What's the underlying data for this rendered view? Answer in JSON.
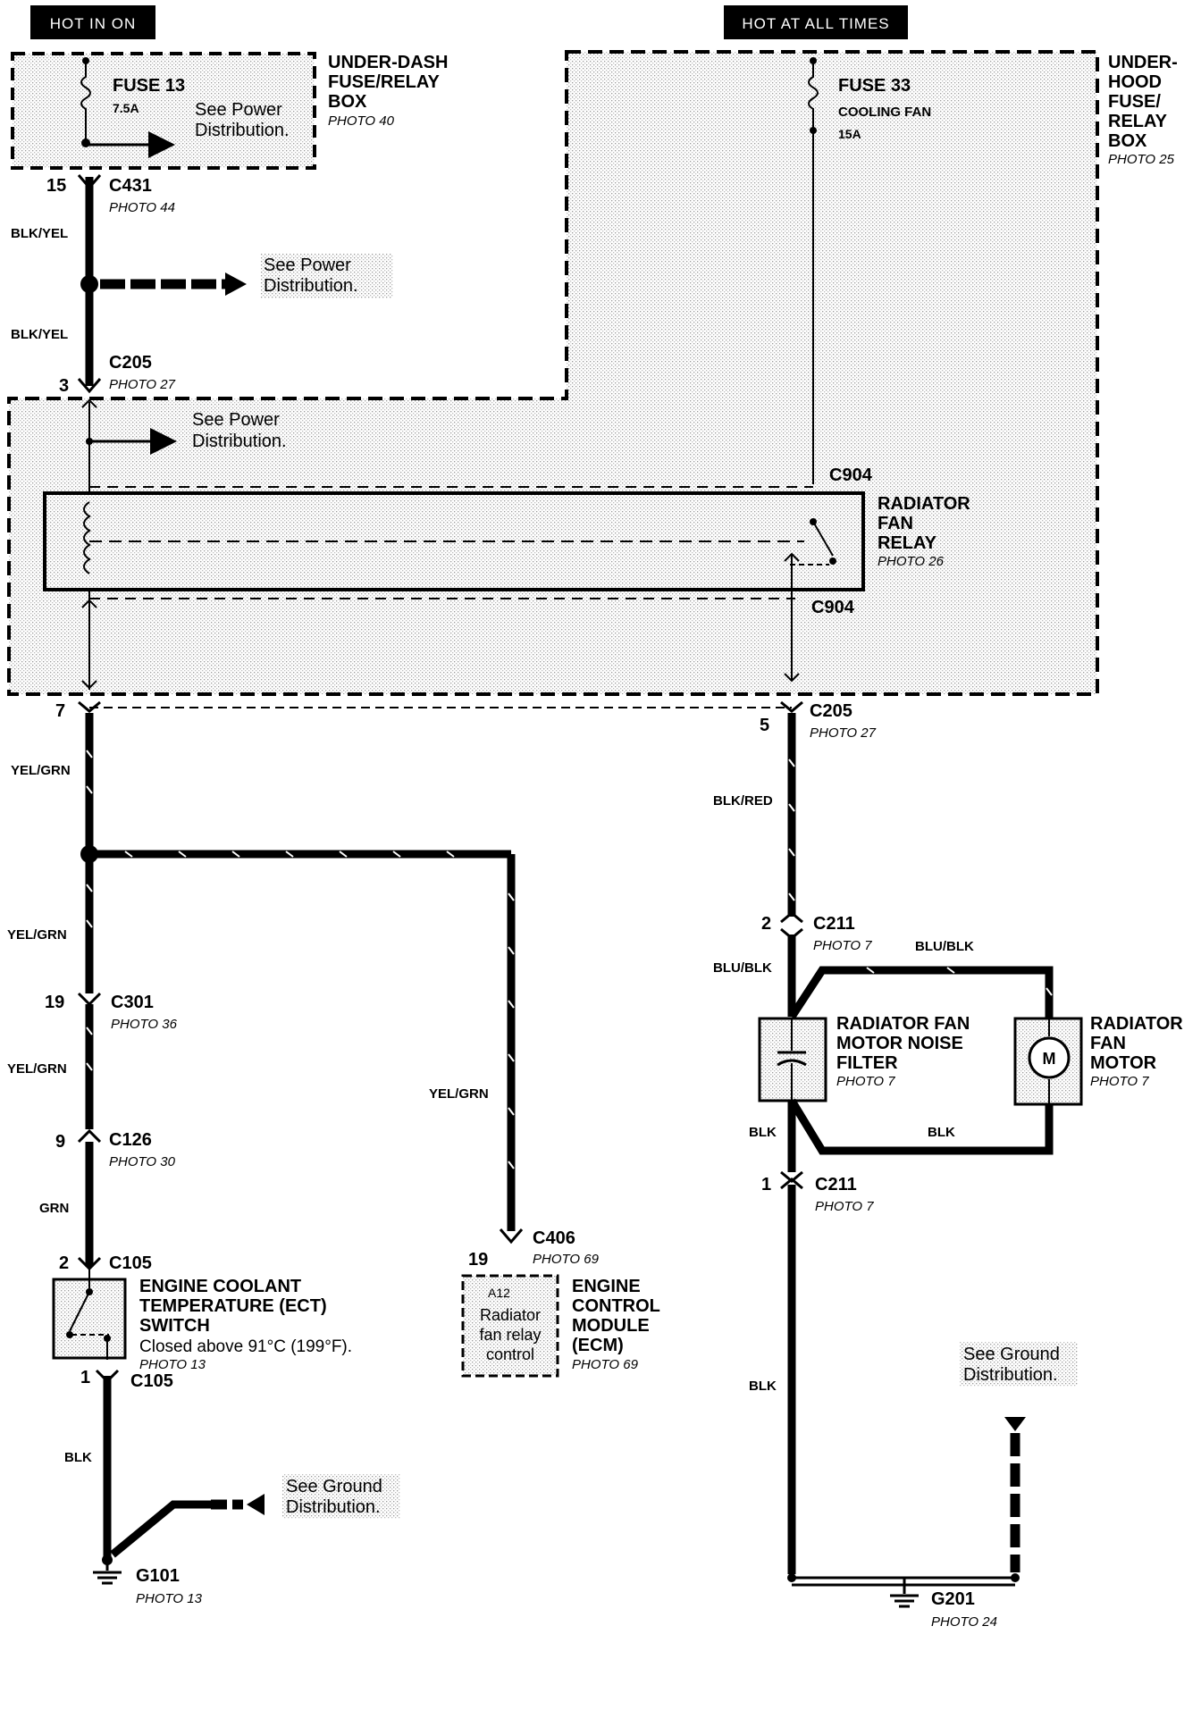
{
  "power_labels": {
    "hot_in_on": "HOT IN ON",
    "hot_at_all_times": "HOT AT ALL TIMES"
  },
  "underdash_box": {
    "name_lines": [
      "UNDER-DASH",
      "FUSE/RELAY",
      "BOX"
    ],
    "photo": "PHOTO 40",
    "fuse_name": "FUSE 13",
    "fuse_rating": "7.5A",
    "see_lines": [
      "See Power",
      "Distribution."
    ]
  },
  "underhood_box": {
    "name_lines": [
      "UNDER-",
      "HOOD",
      "FUSE/",
      "RELAY",
      "BOX"
    ],
    "photo": "PHOTO 25",
    "fuse_name": "FUSE 33",
    "fuse_circuit": "COOLING FAN",
    "fuse_rating": "15A",
    "see_lines": [
      "See Power",
      "Distribution."
    ]
  },
  "relay": {
    "name_lines": [
      "RADIATOR",
      "FAN",
      "RELAY"
    ],
    "photo": "PHOTO 26",
    "connector_top": "C904",
    "connector_bottom": "C904"
  },
  "connectors": {
    "c431": {
      "pin": "15",
      "name": "C431",
      "photo": "PHOTO 44"
    },
    "c205_top": {
      "pin": "3",
      "name": "C205",
      "photo": "PHOTO 27"
    },
    "c205_left": {
      "pin": "7"
    },
    "c205_right": {
      "pin": "5",
      "name": "C205",
      "photo": "PHOTO 27"
    },
    "c301": {
      "pin": "19",
      "name": "C301",
      "photo": "PHOTO 36"
    },
    "c126": {
      "pin": "9",
      "name": "C126",
      "photo": "PHOTO 30"
    },
    "c105_top": {
      "pin": "2",
      "name": "C105"
    },
    "c105_bottom": {
      "pin": "1",
      "name": "C105"
    },
    "c406": {
      "pin": "19",
      "name": "C406",
      "photo": "PHOTO 69"
    },
    "c211_top": {
      "pin": "2",
      "name": "C211",
      "photo": "PHOTO 7"
    },
    "c211_bottom": {
      "pin": "1",
      "name": "C211",
      "photo": "PHOTO 7"
    }
  },
  "wire_colors": {
    "blk_yel_1": "BLK/YEL",
    "blk_yel_2": "BLK/YEL",
    "yel_grn_1": "YEL/GRN",
    "yel_grn_2": "YEL/GRN",
    "yel_grn_3": "YEL/GRN",
    "yel_grn_ecm": "YEL/GRN",
    "grn": "GRN",
    "blk_left": "BLK",
    "blk_red": "BLK/RED",
    "blu_blk_1": "BLU/BLK",
    "blu_blk_2": "BLU/BLK",
    "blk_filter": "BLK",
    "blk_motor": "BLK",
    "blk_right": "BLK"
  },
  "splice_see": {
    "lines": [
      "See Power",
      "Distribution."
    ]
  },
  "ect_switch": {
    "name_lines": [
      "ENGINE COOLANT",
      "TEMPERATURE (ECT)",
      "SWITCH"
    ],
    "note": "Closed above 91°C (199°F).",
    "photo": "PHOTO 13"
  },
  "ecm": {
    "name_lines": [
      "ENGINE",
      "CONTROL",
      "MODULE",
      "(ECM)"
    ],
    "photo": "PHOTO 69",
    "terminal": "A12",
    "terminal_lines": [
      "Radiator",
      "fan relay",
      "control"
    ]
  },
  "noise_filter": {
    "name_lines": [
      "RADIATOR FAN",
      "MOTOR NOISE",
      "FILTER"
    ],
    "photo": "PHOTO 7"
  },
  "fan_motor": {
    "name_lines": [
      "RADIATOR",
      "FAN",
      "MOTOR"
    ],
    "photo": "PHOTO 7",
    "symbol": "M"
  },
  "grounds": {
    "g101": {
      "name": "G101",
      "photo": "PHOTO 13",
      "see_lines": [
        "See Ground",
        "Distribution."
      ]
    },
    "g201": {
      "name": "G201",
      "photo": "PHOTO 24",
      "see_lines": [
        "See Ground",
        "Distribution."
      ]
    }
  }
}
